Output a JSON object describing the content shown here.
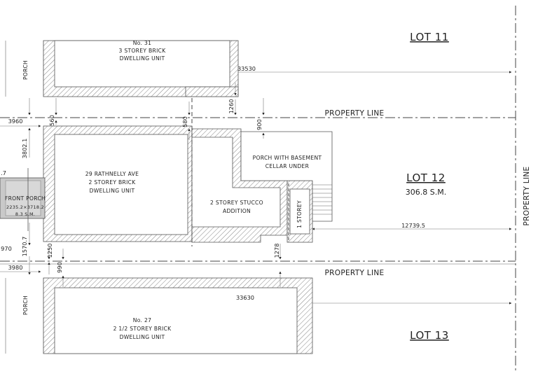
{
  "lots": {
    "lot11": "LOT 11",
    "lot12": "LOT 12",
    "lot12_area": "306.8 S.M.",
    "lot13": "LOT 13"
  },
  "property_lines": {
    "top": "PROPERTY LINE",
    "bottom": "PROPERTY LINE",
    "right": "PROPERTY LINE"
  },
  "buildings": {
    "no31": {
      "line1": "No. 31",
      "line2": "3 STOREY BRICK",
      "line3": "DWELLING UNIT"
    },
    "main": {
      "line1": "29 RATHNELLY AVE",
      "line2": "2 STOREY BRICK",
      "line3": "DWELLING UNIT"
    },
    "addition": {
      "line1": "2 STOREY STUCCO",
      "line2": "ADDITION"
    },
    "one_storey": "1 STOREY",
    "rear_porch": {
      "line1": "PORCH WITH BASEMENT",
      "line2": "CELLAR UNDER"
    },
    "no27": {
      "line1": "No. 27",
      "line2": "2 1/2 STOREY BRICK",
      "line3": "DWELLING UNIT"
    }
  },
  "front_porch": {
    "label": "FRONT PORCH",
    "dims": "2235.2×3718.2",
    "area": "8.3 S.M."
  },
  "porch_top": "PORCH",
  "porch_bottom": "PORCH",
  "dimensions": {
    "d33530": "33530",
    "d33630": "33630",
    "d12739": "12739.5",
    "d3960": "3960",
    "d3980": "3980",
    "d560": "560",
    "d580": "580",
    "d1260": "1260",
    "d900": "900",
    "d3802": "3802.1",
    "d1250": "1250",
    "d990": "990",
    "d1278": "1278",
    "d1570": "1570.7",
    "d970": "970",
    "d7": ".7"
  }
}
